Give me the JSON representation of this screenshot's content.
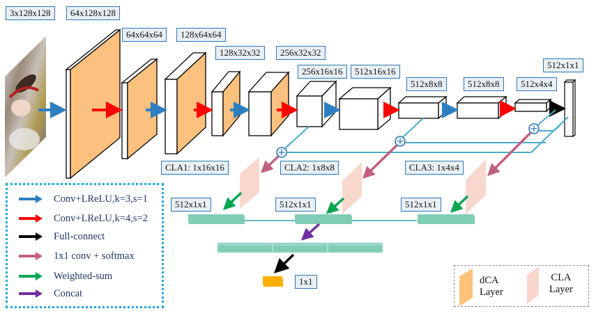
{
  "feature_labels": {
    "input": "3x128x128",
    "l1": "64x128x128",
    "l2": "64x64x64",
    "l3": "128x64x64",
    "l4": "128x32x32",
    "l5": "256x32x32",
    "l6": "256x16x16",
    "l7": "512x16x16",
    "l8": "512x8x8",
    "l9": "512x8x8",
    "l10": "512x4x4",
    "l11": "512x1x1"
  },
  "cla_labels": {
    "cla1": "CLA1: 1x16x16",
    "cla2": "CLA2: 1x8x8",
    "cla3": "CLA3: 1x4x4"
  },
  "vector_labels": {
    "v1": "512x1x1",
    "v2": "512x1x1",
    "v3": "512x1x1"
  },
  "output_label": "1x1",
  "legend": {
    "items": [
      {
        "label": "Conv+LReLU,k=3,s=1",
        "color": "#2e7fc1"
      },
      {
        "label": "Conv+LReLU,k=4,s=2",
        "color": "#ff0000"
      },
      {
        "label": "Full-connect",
        "color": "#000000"
      },
      {
        "label": "1x1 conv + softmax",
        "color": "#c0607f"
      },
      {
        "label": "Weighted-sum",
        "color": "#00a651"
      },
      {
        "label": "Concat",
        "color": "#7030a0"
      }
    ]
  },
  "layer_legend": {
    "dca": "dCA\nLayer",
    "cla": "CLA\nLayer",
    "dca_color": "#ffc27a",
    "cla_color": "#f8d6cc"
  },
  "colors": {
    "dca_face": "#fdc17f",
    "cla_plane": "#f8d8cc",
    "vector": "#7fcdb4",
    "output": "#ffb000",
    "skip_line": "#4bacc6",
    "plus_node": "#2e75b6"
  }
}
